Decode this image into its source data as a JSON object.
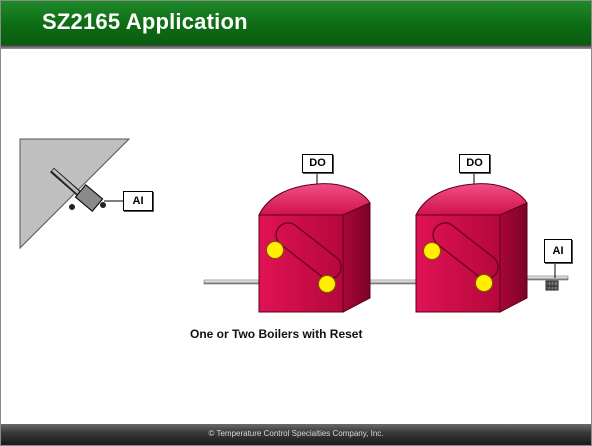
{
  "slide": {
    "title": "SZ2165 Application",
    "caption": "One or Two Boilers with Reset",
    "footer": "© Temperature Control Specialties Company, Inc."
  },
  "points": {
    "outdoor_sensor": "AI",
    "boiler1_output": "DO",
    "boiler2_output": "DO",
    "supply_sensor": "AI"
  },
  "colors": {
    "title_bar": "#0d6b14",
    "boiler_body": "#cc0b45",
    "boiler_indicator": "#ffee00",
    "wall": "#c0c0c0"
  }
}
